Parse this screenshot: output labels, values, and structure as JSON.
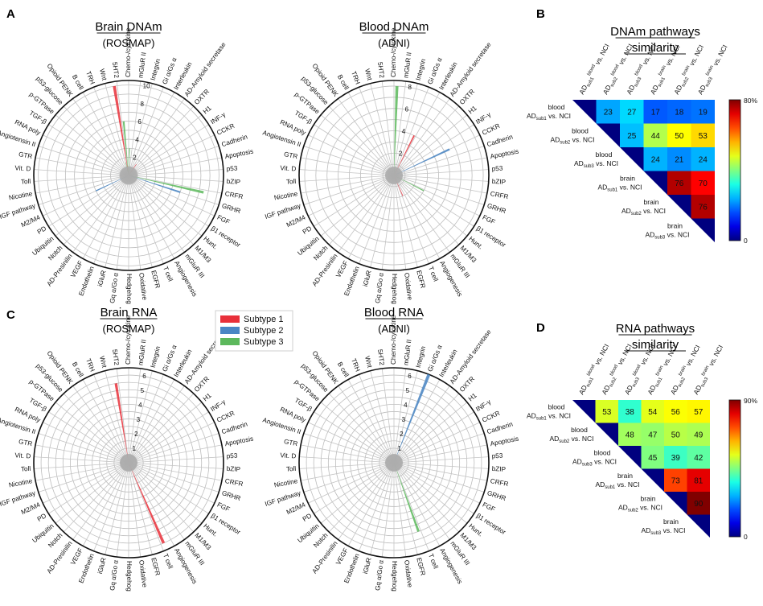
{
  "panels": {
    "A": "A",
    "B": "B",
    "C": "C",
    "D": "D"
  },
  "categories": [
    "Chemo-/cytokine",
    "mGluR II",
    "Integrin",
    "Gi α/Gs α",
    "Interleukin",
    "AD-Amyloid secretase",
    "OXTR",
    "H1",
    "INF-γ",
    "CCKR",
    "Cadherin",
    "Apoptosis",
    "p53",
    "bZIP",
    "CRFR",
    "GRHR",
    "FGF",
    "β1 receptor",
    "Hunt.",
    "M1/M3",
    "mGluR III",
    "Angiogenesis",
    "T cell",
    "EGFR",
    "Oxidative",
    "Hedgehog",
    "Gq α/Go α",
    "iGluR",
    "Endothelin",
    "VEGF",
    "AD-Presinilin",
    "Notch",
    "Ubiquitin",
    "PD",
    "M2/M4",
    "IGF pathway",
    "Nicotine",
    "Toll",
    "Vit. D",
    "GTR",
    "Angiotensin II",
    "RNA poly",
    "TGF-β",
    "p-GTPase",
    "p53-glucose",
    "Opioid PENK",
    "B cell",
    "TRH",
    "Wnt",
    "5HT2"
  ],
  "legend": {
    "items": [
      {
        "name": "Subtype 1",
        "color": "#e8303a"
      },
      {
        "name": "Subtype 2",
        "color": "#4a86c4"
      },
      {
        "name": "Subtype 3",
        "color": "#5cb85c"
      }
    ]
  },
  "chart_data": [
    {
      "type": "radial-bar",
      "title": "Brain DNAm",
      "subtitle": "(ROSMAP)",
      "rmax": 10.5,
      "ticks": [
        2,
        4,
        6,
        8,
        10
      ],
      "series": [
        {
          "name": "Subtype 1",
          "values": [
            0,
            0,
            0,
            0,
            0,
            1.5,
            0,
            0,
            0,
            0,
            0,
            0,
            0,
            0,
            0,
            0,
            0,
            0,
            0,
            0,
            0,
            0,
            0,
            0,
            0,
            0,
            0,
            0,
            0,
            0,
            0,
            0,
            0,
            0,
            0,
            0,
            0,
            0,
            0,
            0,
            0,
            0,
            0,
            0,
            0,
            0,
            0,
            0,
            0,
            10
          ]
        },
        {
          "name": "Subtype 2",
          "values": [
            0,
            0,
            0,
            0,
            0,
            0,
            0,
            0,
            0,
            0,
            0,
            0,
            0,
            0,
            0,
            6,
            0,
            0,
            0,
            0,
            0,
            0,
            0,
            0,
            0,
            0,
            0,
            0,
            0,
            0,
            0,
            0,
            0,
            0,
            4,
            0,
            0,
            0,
            0,
            0,
            0,
            0,
            0,
            0,
            0,
            0,
            0,
            0,
            0,
            0
          ]
        },
        {
          "name": "Subtype 3",
          "values": [
            3,
            0,
            0,
            0,
            0,
            0,
            0,
            0,
            0,
            0,
            0,
            0,
            0,
            0,
            8.5,
            0,
            0,
            0,
            0,
            0,
            0,
            0,
            0,
            0,
            0,
            0,
            0,
            0,
            0,
            0,
            0,
            0,
            0,
            0,
            0,
            0,
            0,
            0,
            0,
            0,
            0,
            0,
            0,
            0,
            0,
            0,
            0,
            0,
            1.5,
            6
          ]
        }
      ]
    },
    {
      "type": "radial-bar",
      "title": "Blood DNAm",
      "subtitle": "(ADNI)",
      "rmax": 8.5,
      "ticks": [
        2,
        4,
        6,
        8
      ],
      "series": [
        {
          "name": "Subtype 1",
          "values": [
            0,
            0,
            0,
            0,
            4,
            0,
            0,
            0,
            0,
            0,
            0,
            0,
            0,
            0,
            0,
            0,
            0,
            0,
            0,
            0,
            0,
            0,
            2,
            0,
            0,
            0,
            0,
            0,
            0,
            0,
            0,
            0,
            0,
            0,
            0,
            0,
            0,
            0,
            0,
            0,
            0,
            0,
            0,
            0,
            0,
            0,
            0,
            0,
            0,
            0
          ]
        },
        {
          "name": "Subtype 2",
          "values": [
            0,
            0,
            0,
            0,
            0,
            0,
            0,
            0,
            0,
            5.5,
            0,
            0,
            0,
            0,
            0,
            0,
            0,
            0,
            0,
            0,
            0,
            0,
            0,
            0,
            0,
            0,
            0,
            0,
            0,
            0,
            0,
            0,
            0,
            0,
            0,
            0,
            0,
            0,
            0,
            0,
            0,
            0,
            0,
            0,
            0,
            0,
            0,
            0,
            0,
            0
          ]
        },
        {
          "name": "Subtype 3",
          "values": [
            8,
            0,
            0,
            0,
            0,
            0,
            0,
            0,
            0,
            0,
            0,
            0,
            0,
            0,
            0,
            0,
            3,
            0,
            0,
            0,
            0,
            0,
            0,
            0,
            0,
            0,
            0,
            0,
            0,
            0,
            0,
            0,
            0,
            0,
            0,
            0,
            0,
            0,
            0,
            0,
            0,
            0,
            0,
            0,
            0,
            0,
            0,
            0,
            0,
            0
          ]
        }
      ]
    },
    {
      "type": "radial-bar",
      "title": "Brain RNA",
      "subtitle": "(ROSMAP)",
      "rmax": 6.5,
      "ticks": [
        1,
        2,
        3,
        4,
        5,
        6
      ],
      "series": [
        {
          "name": "Subtype 1",
          "values": [
            0,
            0,
            0,
            0,
            0,
            0,
            0,
            0,
            0,
            0,
            0,
            0,
            0,
            0,
            0,
            0,
            0,
            0,
            0,
            0,
            0,
            0,
            6,
            0,
            0,
            0,
            0,
            0,
            0,
            0,
            0,
            0,
            0,
            0,
            0,
            0,
            0,
            0,
            0,
            0,
            0,
            0,
            0,
            0,
            0,
            0,
            0,
            0,
            0,
            5.5
          ]
        },
        {
          "name": "Subtype 2",
          "values": [
            0,
            0,
            0,
            0,
            0,
            0,
            0,
            0,
            0,
            0,
            0,
            0,
            0,
            0,
            0,
            0,
            0,
            0,
            0,
            0,
            0,
            0,
            0,
            0,
            0,
            0,
            0,
            0,
            0,
            0,
            0,
            0,
            0,
            0,
            0,
            0,
            0,
            0,
            0,
            0,
            0,
            0,
            0,
            0,
            0,
            0,
            0,
            0,
            0,
            0
          ]
        },
        {
          "name": "Subtype 3",
          "values": [
            0,
            0,
            0,
            0,
            0,
            0,
            0,
            0,
            0,
            0,
            0,
            0,
            0,
            0,
            0,
            0,
            0,
            0,
            0,
            0,
            0,
            0,
            0,
            0,
            0,
            0,
            0,
            0,
            0,
            0,
            0,
            0,
            0,
            0,
            0,
            0,
            0,
            0,
            0,
            0,
            0,
            0,
            0,
            0,
            0,
            0,
            0,
            0,
            0,
            0
          ]
        }
      ]
    },
    {
      "type": "radial-bar",
      "title": "Blood RNA",
      "subtitle": "(ADNI)",
      "rmax": 6.5,
      "ticks": [
        1,
        2,
        3,
        4,
        5,
        6
      ],
      "series": [
        {
          "name": "Subtype 1",
          "values": [
            0,
            0,
            0,
            0,
            0,
            0,
            0,
            0,
            0,
            0,
            0,
            0,
            0,
            0,
            0,
            0,
            0,
            0,
            0,
            0,
            0,
            0,
            0,
            0,
            0,
            0,
            0,
            0,
            0,
            0,
            0,
            0,
            0,
            0,
            0,
            0,
            0,
            0,
            0,
            0,
            0,
            0,
            0,
            0,
            0,
            0,
            0,
            0,
            0,
            0
          ]
        },
        {
          "name": "Subtype 2",
          "values": [
            0,
            0,
            0,
            6.5,
            0,
            0,
            0,
            0,
            0,
            0,
            0,
            0,
            0,
            0,
            0,
            0,
            0,
            0,
            0,
            0,
            0,
            0,
            0,
            0,
            0,
            0,
            0,
            0,
            0,
            0,
            0,
            0,
            0,
            0,
            0,
            0,
            0,
            0,
            0,
            0,
            0,
            0,
            0,
            0,
            0,
            0,
            0,
            0,
            0,
            0
          ]
        },
        {
          "name": "Subtype 3",
          "values": [
            0,
            0,
            0,
            0,
            0,
            0,
            0,
            0,
            0,
            0,
            0,
            0,
            0,
            0,
            0,
            0,
            0,
            0,
            0,
            0,
            0,
            0,
            5,
            0,
            0,
            0,
            0,
            0,
            0,
            0,
            0,
            0,
            0,
            0,
            0,
            0,
            0,
            0,
            0,
            0,
            0,
            0,
            0,
            0,
            0,
            0,
            0,
            0,
            0,
            0
          ]
        }
      ]
    },
    {
      "type": "heatmap",
      "title": "DNAm pathways",
      "title2": "similarity",
      "colorbar_max": "80%",
      "colorbar_min": "0",
      "vmax": 80,
      "rows": [
        {
          "tissue": "blood",
          "sub": "sub1"
        },
        {
          "tissue": "blood",
          "sub": "sub2"
        },
        {
          "tissue": "blood",
          "sub": "sub3"
        },
        {
          "tissue": "brain",
          "sub": "sub1"
        },
        {
          "tissue": "brain",
          "sub": "sub2"
        },
        {
          "tissue": "brain",
          "sub": "sub3"
        }
      ],
      "matrix": [
        [
          null,
          23,
          27,
          17,
          18,
          19
        ],
        [
          null,
          null,
          25,
          44,
          50,
          53
        ],
        [
          null,
          null,
          null,
          24,
          21,
          24
        ],
        [
          null,
          null,
          null,
          null,
          76,
          70
        ],
        [
          null,
          null,
          null,
          null,
          null,
          76
        ],
        [
          null,
          null,
          null,
          null,
          null,
          null
        ]
      ]
    },
    {
      "type": "heatmap",
      "title": "RNA pathways",
      "title2": "similarity",
      "colorbar_max": "90%",
      "colorbar_min": "0",
      "vmax": 90,
      "rows": [
        {
          "tissue": "blood",
          "sub": "sub1"
        },
        {
          "tissue": "blood",
          "sub": "sub2"
        },
        {
          "tissue": "blood",
          "sub": "sub3"
        },
        {
          "tissue": "brain",
          "sub": "sub1"
        },
        {
          "tissue": "brain",
          "sub": "sub2"
        },
        {
          "tissue": "brain",
          "sub": "sub3"
        }
      ],
      "matrix": [
        [
          null,
          53,
          38,
          54,
          56,
          57
        ],
        [
          null,
          null,
          48,
          47,
          50,
          49
        ],
        [
          null,
          null,
          null,
          45,
          39,
          42
        ],
        [
          null,
          null,
          null,
          null,
          73,
          81
        ],
        [
          null,
          null,
          null,
          null,
          null,
          90
        ],
        [
          null,
          null,
          null,
          null,
          null,
          null
        ]
      ]
    }
  ],
  "labels": {
    "ad": "AD",
    "vs": "vs. NCI"
  }
}
